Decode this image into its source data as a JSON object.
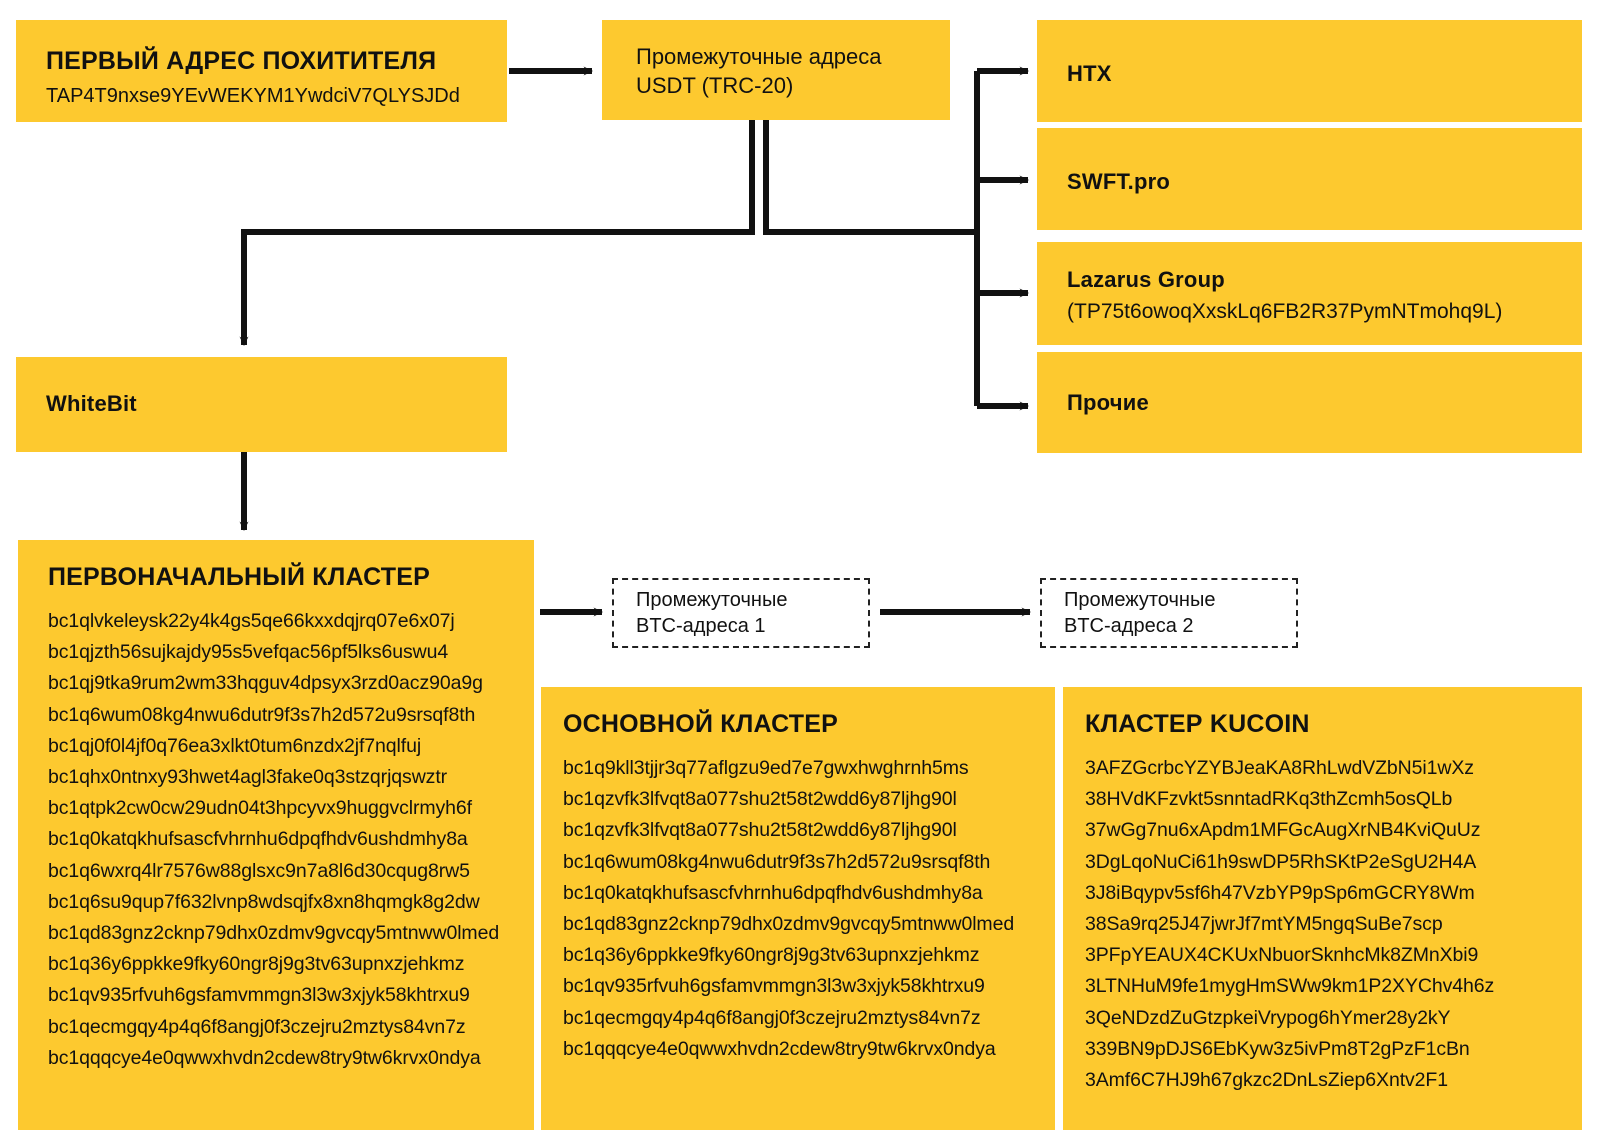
{
  "diagram": {
    "accent_color": "#FDC92F",
    "line_color": "#111111",
    "nodes": {
      "first_address": {
        "title": "ПЕРВЫЙ АДРЕС ПОХИТИТЕЛЯ",
        "address": "TAP4T9nxse9YEvWEKYM1YwdciV7QLYSJDd"
      },
      "intermediate_usdt": {
        "line1": "Промежуточные адреса",
        "line2": "USDT (TRC-20)"
      },
      "htx": {
        "title": "HTX"
      },
      "swft": {
        "title": "SWFT.pro"
      },
      "lazarus": {
        "title": "Lazarus Group",
        "address": "(TP75t6owoqXxskLq6FB2R37PymNTmohq9L)"
      },
      "other": {
        "title": "Прочие"
      },
      "whitebit": {
        "title": "WhiteBit"
      },
      "btc_inter_1": {
        "line1": "Промежуточные",
        "line2": "BTC-адреса 1"
      },
      "btc_inter_2": {
        "line1": "Промежуточные",
        "line2": "BTC-адреса 2"
      },
      "initial_cluster": {
        "title": "ПЕРВОНАЧАЛЬНЫЙ КЛАСТЕР",
        "addresses": [
          "bc1qlvkeleysk22y4k4gs5qe66kxxdqjrq07e6x07j",
          "bc1qjzth56sujkajdy95s5vefqac56pf5lks6uswu4",
          "bc1qj9tka9rum2wm33hqguv4dpsyx3rzd0acz90a9g",
          "bc1q6wum08kg4nwu6dutr9f3s7h2d572u9srsqf8th",
          "bc1qj0f0l4jf0q76ea3xlkt0tum6nzdx2jf7nqlfuj",
          "bc1qhx0ntnxy93hwet4agl3fake0q3stzqrjqswztr",
          "bc1qtpk2cw0cw29udn04t3hpcyvx9huggvclrmyh6f",
          "bc1q0katqkhufsascfvhrnhu6dpqfhdv6ushdmhy8a",
          "bc1q6wxrq4lr7576w88glsxc9n7a8l6d30cqug8rw5",
          "bc1q6su9qup7f632lvnp8wdsqjfx8xn8hqmgk8g2dw",
          "bc1qd83gnz2cknp79dhx0zdmv9gvcqy5mtnww0lmed",
          "bc1q36y6ppkke9fky60ngr8j9g3tv63upnxzjehkmz",
          "bc1qv935rfvuh6gsfamvmmgn3l3w3xjyk58khtrxu9",
          "bc1qecmgqy4p4q6f8angj0f3czejru2mztys84vn7z",
          "bc1qqqcye4e0qwwxhvdn2cdew8try9tw6krvx0ndya"
        ]
      },
      "main_cluster": {
        "title": "ОСНОВНОЙ КЛАСТЕР",
        "addresses": [
          "bc1q9kll3tjjr3q77aflgzu9ed7e7gwxhwghrnh5ms",
          "bc1qzvfk3lfvqt8a077shu2t58t2wdd6y87ljhg90l",
          "bc1qzvfk3lfvqt8a077shu2t58t2wdd6y87ljhg90l",
          "bc1q6wum08kg4nwu6dutr9f3s7h2d572u9srsqf8th",
          "bc1q0katqkhufsascfvhrnhu6dpqfhdv6ushdmhy8a",
          "bc1qd83gnz2cknp79dhx0zdmv9gvcqy5mtnww0lmed",
          "bc1q36y6ppkke9fky60ngr8j9g3tv63upnxzjehkmz",
          "bc1qv935rfvuh6gsfamvmmgn3l3w3xjyk58khtrxu9",
          "bc1qecmgqy4p4q6f8angj0f3czejru2mztys84vn7z",
          "bc1qqqcye4e0qwwxhvdn2cdew8try9tw6krvx0ndya"
        ]
      },
      "kucoin_cluster": {
        "title": "КЛАСТЕР KUCOIN",
        "addresses": [
          "3AFZGcrbcYZYBJeaKA8RhLwdVZbN5i1wXz",
          "38HVdKFzvkt5snntadRKq3thZcmh5osQLb",
          "37wGg7nu6xApdm1MFGcAugXrNB4KviQuUz",
          "3DgLqoNuCi61h9swDP5RhSKtP2eSgU2H4A",
          "3J8iBqypv5sf6h47VzbYP9pSp6mGCRY8Wm",
          "38Sa9rq25J47jwrJf7mtYM5ngqSuBe7scp",
          "3PFpYEAUX4CKUxNbuorSknhcMk8ZMnXbi9",
          "3LTNHuM9fe1mygHmSWw9km1P2XYChv4h6z",
          "3QeNDzdZuGtzpkeiVrypog6hYmer28y2kY",
          "339BN9pDJS6EbKyw3z5ivPm8T2gPzF1cBn",
          "3Amf6C7HJ9h67gkzc2DnLsZiep6Xntv2F1"
        ]
      }
    }
  }
}
